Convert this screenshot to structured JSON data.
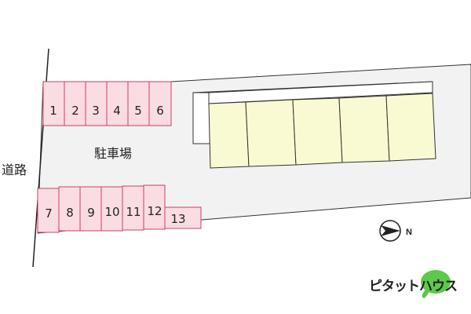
{
  "road_label": "道路",
  "parking_label": "駐車場",
  "north_label": "N",
  "logo_text": "ピタットハウス",
  "parking_spaces_top": [
    "1",
    "2",
    "3",
    "4",
    "5",
    "6"
  ],
  "parking_spaces_bottom": [
    "7",
    "8",
    "9",
    "10",
    "11",
    "12",
    "13"
  ],
  "colors": {
    "lot_fill": "#f2f2f2",
    "lot_stroke": "#333333",
    "parking_fill": "#fadce3",
    "parking_stroke": "#d04060",
    "building_fill": "#fafad2",
    "building_stroke": "#333333",
    "logo_green": "#5cc94a"
  }
}
